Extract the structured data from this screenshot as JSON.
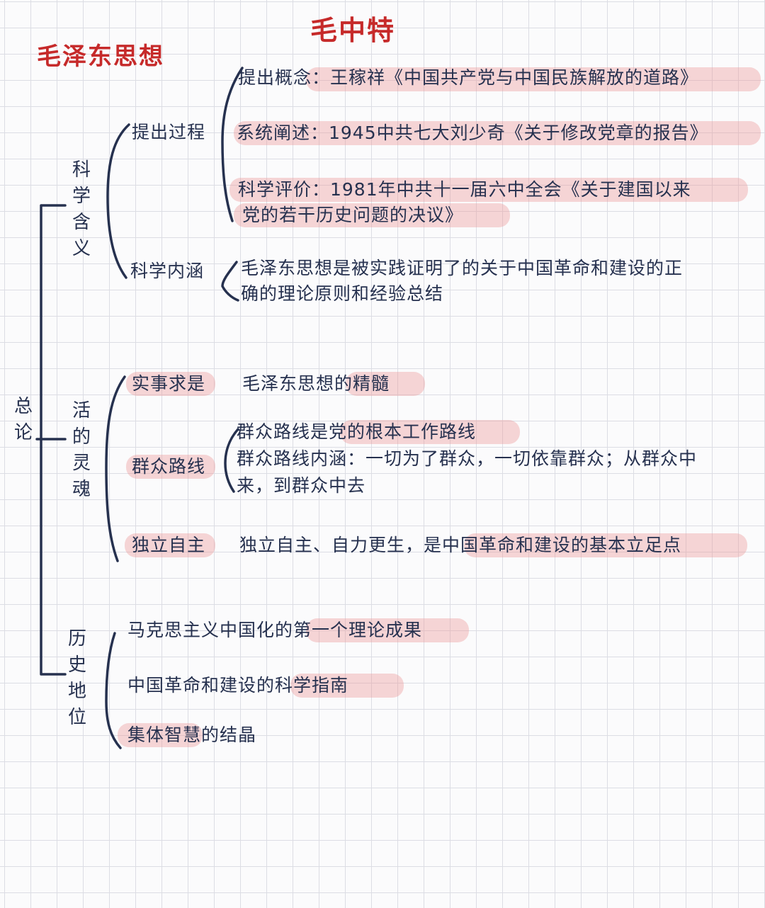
{
  "titles": {
    "main": "毛中特",
    "sub": "毛泽东思想"
  },
  "root": "总论",
  "branches": {
    "meaning": {
      "label": "科学含义",
      "process": {
        "label": "提出过程",
        "items": [
          "提出概念：王稼祥《中国共产党与中国民族解放的道路》",
          "系统阐述：1945中共七大刘少奇《关于修改党章的报告》",
          "科学评价：1981年中共十一届六中全会《关于建国以来",
          "党的若干历史问题的决议》"
        ]
      },
      "connotation": {
        "label": "科学内涵",
        "lines": [
          "毛泽东思想是被实践证明了的关于中国革命和建设的正",
          "确的理论原则和经验总结"
        ]
      }
    },
    "soul": {
      "label": "活的灵魂",
      "seek_truth": {
        "label": "实事求是",
        "text": "毛泽东思想的精髓"
      },
      "mass_line": {
        "label": "群众路线",
        "lines": [
          "群众路线是党的根本工作路线",
          "群众路线内涵：一切为了群众，一切依靠群众；从群众中",
          "来，到群众中去"
        ]
      },
      "independence": {
        "label": "独立自主",
        "text": "独立自主、自力更生，是中国革命和建设的基本立足点"
      }
    },
    "status": {
      "label": "历史地位",
      "items": [
        "马克思主义中国化的第一个理论成果",
        "中国革命和建设的科学指南",
        "集体智慧的结晶"
      ]
    }
  },
  "colors": {
    "ink": "#26314f",
    "title_red": "#c62a2a",
    "highlight_pink": "#ec9696",
    "grid": "#dcdde4"
  }
}
